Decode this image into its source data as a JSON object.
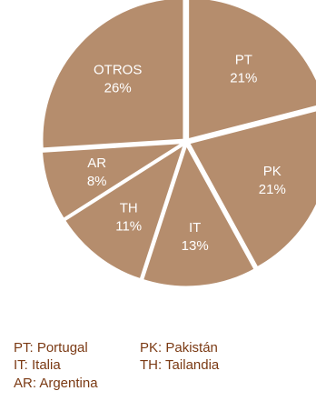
{
  "chart_data": {
    "type": "pie",
    "slices": [
      {
        "code": "PT",
        "percent_label": "21%",
        "value": 21
      },
      {
        "code": "PK",
        "percent_label": "21%",
        "value": 21
      },
      {
        "code": "IT",
        "percent_label": "13%",
        "value": 13
      },
      {
        "code": "TH",
        "percent_label": "11%",
        "value": 11
      },
      {
        "code": "AR",
        "percent_label": "8%",
        "value": 8
      },
      {
        "code": "OTROS",
        "percent_label": "26%",
        "value": 26
      }
    ],
    "legend": [
      {
        "code": "PT",
        "text": "PT: Portugal"
      },
      {
        "code": "PK",
        "text": "PK: Pakistán"
      },
      {
        "code": "IT",
        "text": "IT: Italia"
      },
      {
        "code": "TH",
        "text": "TH: Tailandia"
      },
      {
        "code": "AR",
        "text": "AR: Argentina"
      }
    ],
    "legend_placement": "bottom",
    "exploded": true,
    "slice_color": "#b58d6d",
    "label_color": "#ffffff",
    "legend_text_color": "#7b3a14"
  }
}
